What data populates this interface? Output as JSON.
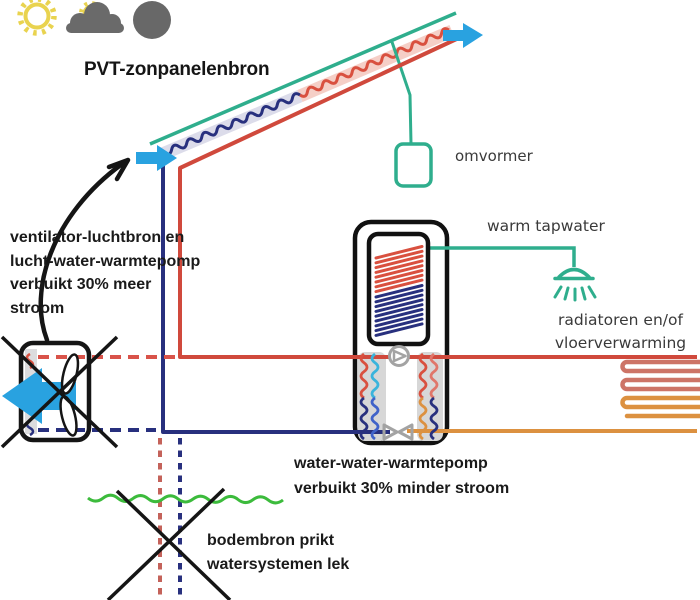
{
  "title": "PVT-zonpanelenbron",
  "labels": {
    "inverter": "omvormer",
    "hot_tap_water": "warm tapwater",
    "radiators": [
      "radiatoren en/of",
      "vloerverwarming"
    ],
    "air_source_note": [
      "ventilator-luchtbron en",
      "lucht-water-warmtepomp",
      "verbuikt 30% meer",
      "stroom"
    ],
    "water_water_note": [
      "water-water-warmtepomp",
      "verbuikt 30% minder stroom"
    ],
    "ground_source_note": [
      "bodembron prikt",
      "watersystemen lek"
    ]
  },
  "colors": {
    "teal": "#2fae8d",
    "red_pipe": "#d0493c",
    "red_coil": "#d9503f",
    "salmon_coil": "#cd7467",
    "orange_pipe": "#dc9140",
    "navy_pipe": "#28307e",
    "medium_blue": "#3f62c9",
    "cyan_coil": "#3ab4dc",
    "flow_arrow_blue": "#29a2e0",
    "ground_green": "#3cbb3c",
    "icon_gray": "#6a6a6a",
    "sun_yellow": "#e9d34f",
    "panel_backing_gray": "#dcdcea",
    "panel_backing_pink": "#f5cfc7",
    "hardware_gray": "#a3a3a3",
    "text_black": "#1a1a1a",
    "text_gray": "#3a3a3a"
  },
  "icons": [
    "sun-icon",
    "sun-behind-cloud-icon",
    "cloud-icon",
    "dark-circle-icon",
    "flow-arrow-icon",
    "big-flow-arrow-icon",
    "fan-icon",
    "shower-icon",
    "pump-icon",
    "valve-icon",
    "cross-out-icon",
    "curved-arrow-icon"
  ]
}
